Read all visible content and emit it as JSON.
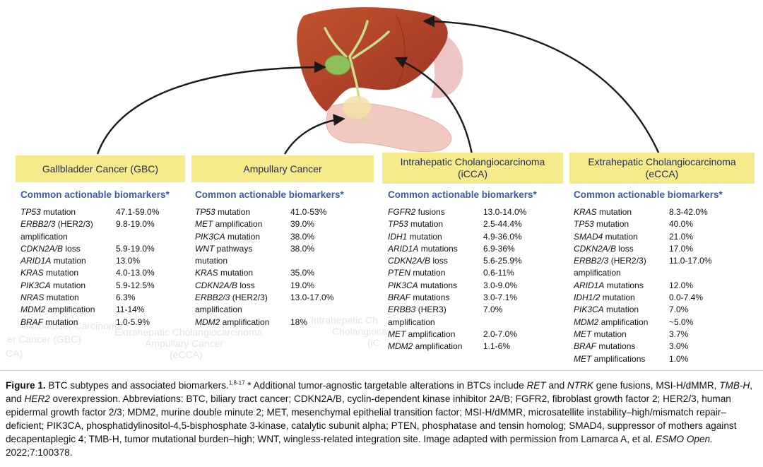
{
  "columns": [
    {
      "header": "Gallbladder Cancer (GBC)",
      "section_title": "Common actionable biomarkers*",
      "biomarkers": [
        {
          "gene": "TP53",
          "rest": " mutation",
          "value": "47.1-59.0%"
        },
        {
          "gene": "ERBB2/3",
          "rest": " (HER2/3)\n  amplification",
          "value": "9.8-19.0%"
        },
        {
          "gene": "CDKN2A/B",
          "rest": " loss",
          "value": "5.9-19.0%"
        },
        {
          "gene": "ARID1A",
          "rest": " mutation",
          "value": "13.0%"
        },
        {
          "gene": "KRAS",
          "rest": " mutation",
          "value": "4.0-13.0%"
        },
        {
          "gene": "PIK3CA",
          "rest": " mutation",
          "value": "5.9-12.5%"
        },
        {
          "gene": "NRAS",
          "rest": " mutation",
          "value": "6.3%"
        },
        {
          "gene": "MDM2",
          "rest": " amplification",
          "value": "11-14%"
        },
        {
          "gene": "BRAF",
          "rest": " mutation",
          "value": "1.0-5.9%"
        }
      ]
    },
    {
      "header": "Ampullary Cancer",
      "section_title": "Common actionable biomarkers*",
      "biomarkers": [
        {
          "gene": "TP53",
          "rest": " mutation",
          "value": "41.0-53%"
        },
        {
          "gene": "MET",
          "rest": " amplification",
          "value": "39.0%"
        },
        {
          "gene": "PIK3CA",
          "rest": " mutation",
          "value": "38.0%"
        },
        {
          "gene": "WNT",
          "rest": " pathways\n  mutation",
          "value": "38.0%"
        },
        {
          "gene": "KRAS",
          "rest": " mutation",
          "value": "35.0%"
        },
        {
          "gene": "CDKN2A/B",
          "rest": " loss",
          "value": "19.0%"
        },
        {
          "gene": "ERBB2/3",
          "rest": " (HER2/3)\n  amplification",
          "value": "13.0-17.0%"
        },
        {
          "gene": "MDM2",
          "rest": " amplification",
          "value": "18%"
        }
      ]
    },
    {
      "header": "Intrahepatic Cholangiocarcinoma\n(iCCA)",
      "section_title": "Common actionable biomarkers*",
      "biomarkers": [
        {
          "gene": "FGFR2",
          "rest": " fusions",
          "value": "13.0-14.0%"
        },
        {
          "gene": "TP53",
          "rest": " mutation",
          "value": "2.5-44.4%"
        },
        {
          "gene": "IDH1",
          "rest": " mutation",
          "value": "4.9-36.0%"
        },
        {
          "gene": "ARID1A",
          "rest": " mutations",
          "value": "6.9-36%"
        },
        {
          "gene": "CDKN2A/B",
          "rest": " loss",
          "value": "5.6-25.9%"
        },
        {
          "gene": "PTEN",
          "rest": " mutation",
          "value": "0.6-11%"
        },
        {
          "gene": "PIK3CA",
          "rest": " mutations",
          "value": "3.0-9.0%"
        },
        {
          "gene": "BRAF",
          "rest": " mutations",
          "value": "3.0-7.1%"
        },
        {
          "gene": "ERBB3",
          "rest": " (HER3)\n  amplification",
          "value": "7.0%"
        },
        {
          "gene": "MET",
          "rest": " amplification",
          "value": "2.0-7.0%"
        },
        {
          "gene": "MDM2",
          "rest": " amplification",
          "value": "1.1-6%"
        }
      ]
    },
    {
      "header": "Extrahepatic Cholangiocarcinoma\n(eCCA)",
      "section_title": "Common actionable biomarkers*",
      "biomarkers": [
        {
          "gene": "KRAS",
          "rest": " mutation",
          "value": "8.3-42.0%"
        },
        {
          "gene": "TP53",
          "rest": " mutation",
          "value": "40.0%"
        },
        {
          "gene": "SMAD4",
          "rest": " mutation",
          "value": "21.0%"
        },
        {
          "gene": "CDKN2A/B",
          "rest": " loss",
          "value": "17.0%"
        },
        {
          "gene": "ERBB2/3",
          "rest": " (HER2/3)\n  amplification",
          "value": "11.0-17.0%"
        },
        {
          "gene": "ARID1A",
          "rest": " mutations",
          "value": "12.0%"
        },
        {
          "gene": "IDH1/2",
          "rest": " mutation",
          "value": "0.0-7.4%"
        },
        {
          "gene": "PIK3CA",
          "rest": " mutation",
          "value": "7.0%"
        },
        {
          "gene": "MDM2",
          "rest": " amplification",
          "value": "~5.0%"
        },
        {
          "gene": "MET",
          "rest": " mutation",
          "value": "3.7%"
        },
        {
          "gene": "BRAF",
          "rest": " mutations",
          "value": "3.0%"
        },
        {
          "gene": "MET",
          "rest": " amplifications",
          "value": "1.0%"
        }
      ]
    }
  ],
  "ghost_text": {
    "gbc_line1": "Gallbladder Carcinoma",
    "gbc_line2": "er Cancer (GBC)",
    "gbc_line3": "CA)",
    "amp_line1": "Extrahepatic Cholangiocarcinoma",
    "amp_line2": "Ampullary Cancer",
    "amp_line3": "(eCCA)",
    "icca_line1": "Intrahepatic Ch",
    "icca_line2": "Cholangioca",
    "icca_line3": "(iC"
  },
  "caption": {
    "label": "Figure 1.",
    "t1": " BTC subtypes and associated biomarkers.",
    "ref": "1,8-17",
    "t2": " * Additional tumor-agnostic targetable alterations in BTCs include ",
    "i1": "RET",
    "t3": " and ",
    "i2": "NTRK",
    "t4": " gene fusions, MSI-H/dMMR, ",
    "i3": "TMB-H",
    "t5": ", and ",
    "i4": "HER2",
    "t6": " overexpression. Abbreviations: BTC, biliary tract cancer; CDKN2A/B, cyclin-dependent kinase inhibitor 2A/B; FGFR2, fibroblast growth factor 2; HER2/3, human epidermal growth factor 2/3; MDM2, murine double minute 2; MET, mesenchymal epithelial transition factor; MSI-H/dMMR, microsatellite instability–high/mismatch repair–deficient; PIK3CA, phosphatidylinositol-4,5-bisphosphate 3-kinase, catalytic subunit alpha; PTEN, phosphatase and tensin homolog; SMAD4, suppressor of mothers against decapentaplegic 4; TMB-H, tumor mutational burden–high; WNT, wingless-related integration site. Image adapted with permission from Lamarca A, et al. ",
    "i5": "ESMO Open.",
    "t7": " 2022;7:100378."
  },
  "colors": {
    "header_bg": "#f6eb8a",
    "header_text": "#1f2a5a",
    "section_title": "#3a5ca8",
    "liver": "#b3402a",
    "gallbladder": "#8fbf5a",
    "pancreas": "#f2c9c0",
    "arrow": "#1a1a1a"
  },
  "icons": [
    "liver-illustration",
    "gallbladder-illustration",
    "bile-duct-illustration",
    "pancreas-illustration"
  ]
}
